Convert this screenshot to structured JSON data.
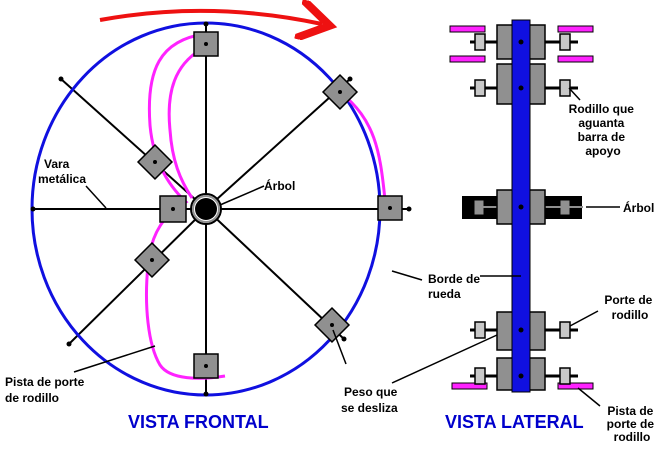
{
  "colors": {
    "rim": "#1010e0",
    "arrow": "#ee1111",
    "track": "#ff22ff",
    "block": "#909090",
    "axle": "#000000",
    "title": "#0000cc"
  },
  "front_view": {
    "title": "VISTA FRONTAL",
    "labels": {
      "rod": [
        "Vara",
        "metálica"
      ],
      "axle": "Árbol",
      "track": [
        "Pista de porte",
        "de rodillo"
      ],
      "weight": [
        "Peso que",
        "se desliza"
      ],
      "rim": [
        "Borde de",
        "rueda"
      ]
    }
  },
  "side_view": {
    "title": "VISTA LATERAL",
    "labels": {
      "roller_support": [
        "Rodillo que",
        "aguanta",
        "barra de",
        "apoyo"
      ],
      "axle": "Árbol",
      "roller_holder": [
        "Porte de",
        "rodillo"
      ],
      "track": [
        "Pista de",
        "porte de",
        "rodillo"
      ]
    }
  }
}
